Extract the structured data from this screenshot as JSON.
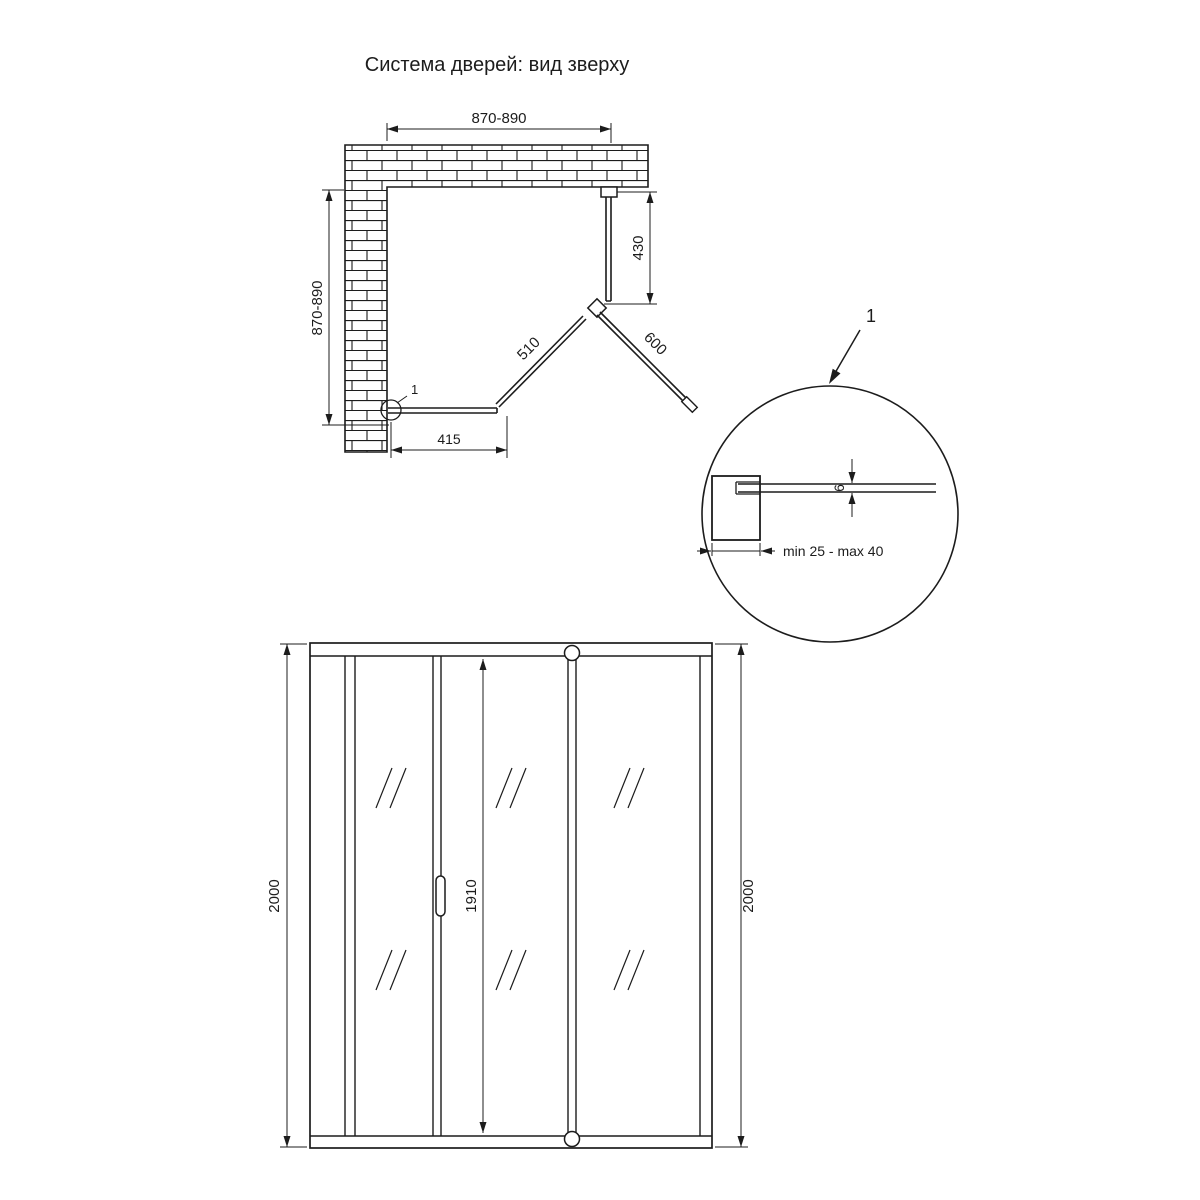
{
  "title": "Система дверей: вид зверху",
  "top_view": {
    "dim_width": "870-890",
    "dim_depth": "870-890",
    "dim_side_panel": "430",
    "dim_diagonal_panel": "510",
    "dim_door": "600",
    "dim_bottom_panel": "415",
    "detail_marker": "1"
  },
  "detail_view": {
    "callout_number": "1",
    "dim_glass_thickness": "6",
    "dim_wall_profile_range": "min 25 - max 40"
  },
  "front_view": {
    "dim_height_left": "2000",
    "dim_height_right": "2000",
    "dim_door_height": "1910"
  }
}
